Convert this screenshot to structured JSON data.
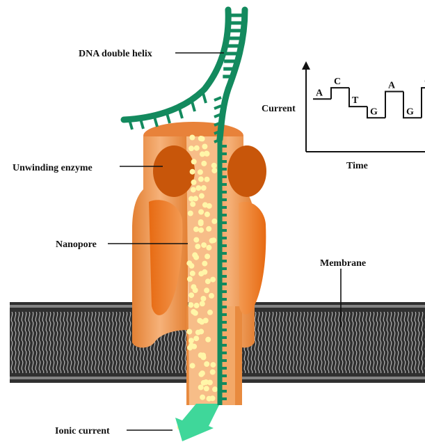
{
  "labels": {
    "dna": "DNA double helix",
    "enzyme": "Unwinding enzyme",
    "nanopore": "Nanopore",
    "membrane": "Membrane",
    "ionic": "Ionic current"
  },
  "trace": {
    "ylabel": "Current",
    "xlabel": "Time",
    "bases": [
      "A",
      "C",
      "T",
      "G",
      "A",
      "G",
      "C"
    ],
    "levels": [
      0.55,
      0.85,
      0.35,
      0.05,
      0.75,
      0.05,
      0.85
    ]
  },
  "colors": {
    "dna": "#138a5e",
    "pore_light": "#f2a66a",
    "pore_dark": "#d9600f",
    "pore_cavity": "#e8782a",
    "ions": "#fff6a8",
    "membrane": "#3a3a3a",
    "arrow": "#3fd79a"
  }
}
